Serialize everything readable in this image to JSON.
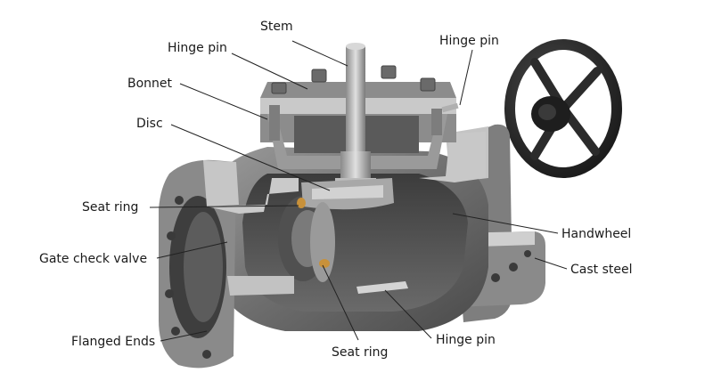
{
  "labels": {
    "stem": "Stem",
    "hinge_pin_top_left": "Hinge pin",
    "hinge_pin_top_right": "Hinge pin",
    "bonnet": "Bonnet",
    "disc": "Disc",
    "seat_ring_left": "Seat ring",
    "gate_check_valve": "Gate check valve",
    "flanged_ends": "Flanged Ends",
    "seat_ring_bottom": "Seat ring",
    "hinge_pin_bottom": "Hinge pin",
    "handwheel": "Handwheel",
    "cast_steel": "Cast steel"
  },
  "colors": {
    "metal_dark": "#4a4a4a",
    "metal_mid": "#7a7a7a",
    "metal_light": "#b8b8b8",
    "cut_face": "#c9c9c9",
    "handwheel": "#2b2b2b",
    "seat_ring": "#c8913a",
    "leader": "#222222"
  }
}
